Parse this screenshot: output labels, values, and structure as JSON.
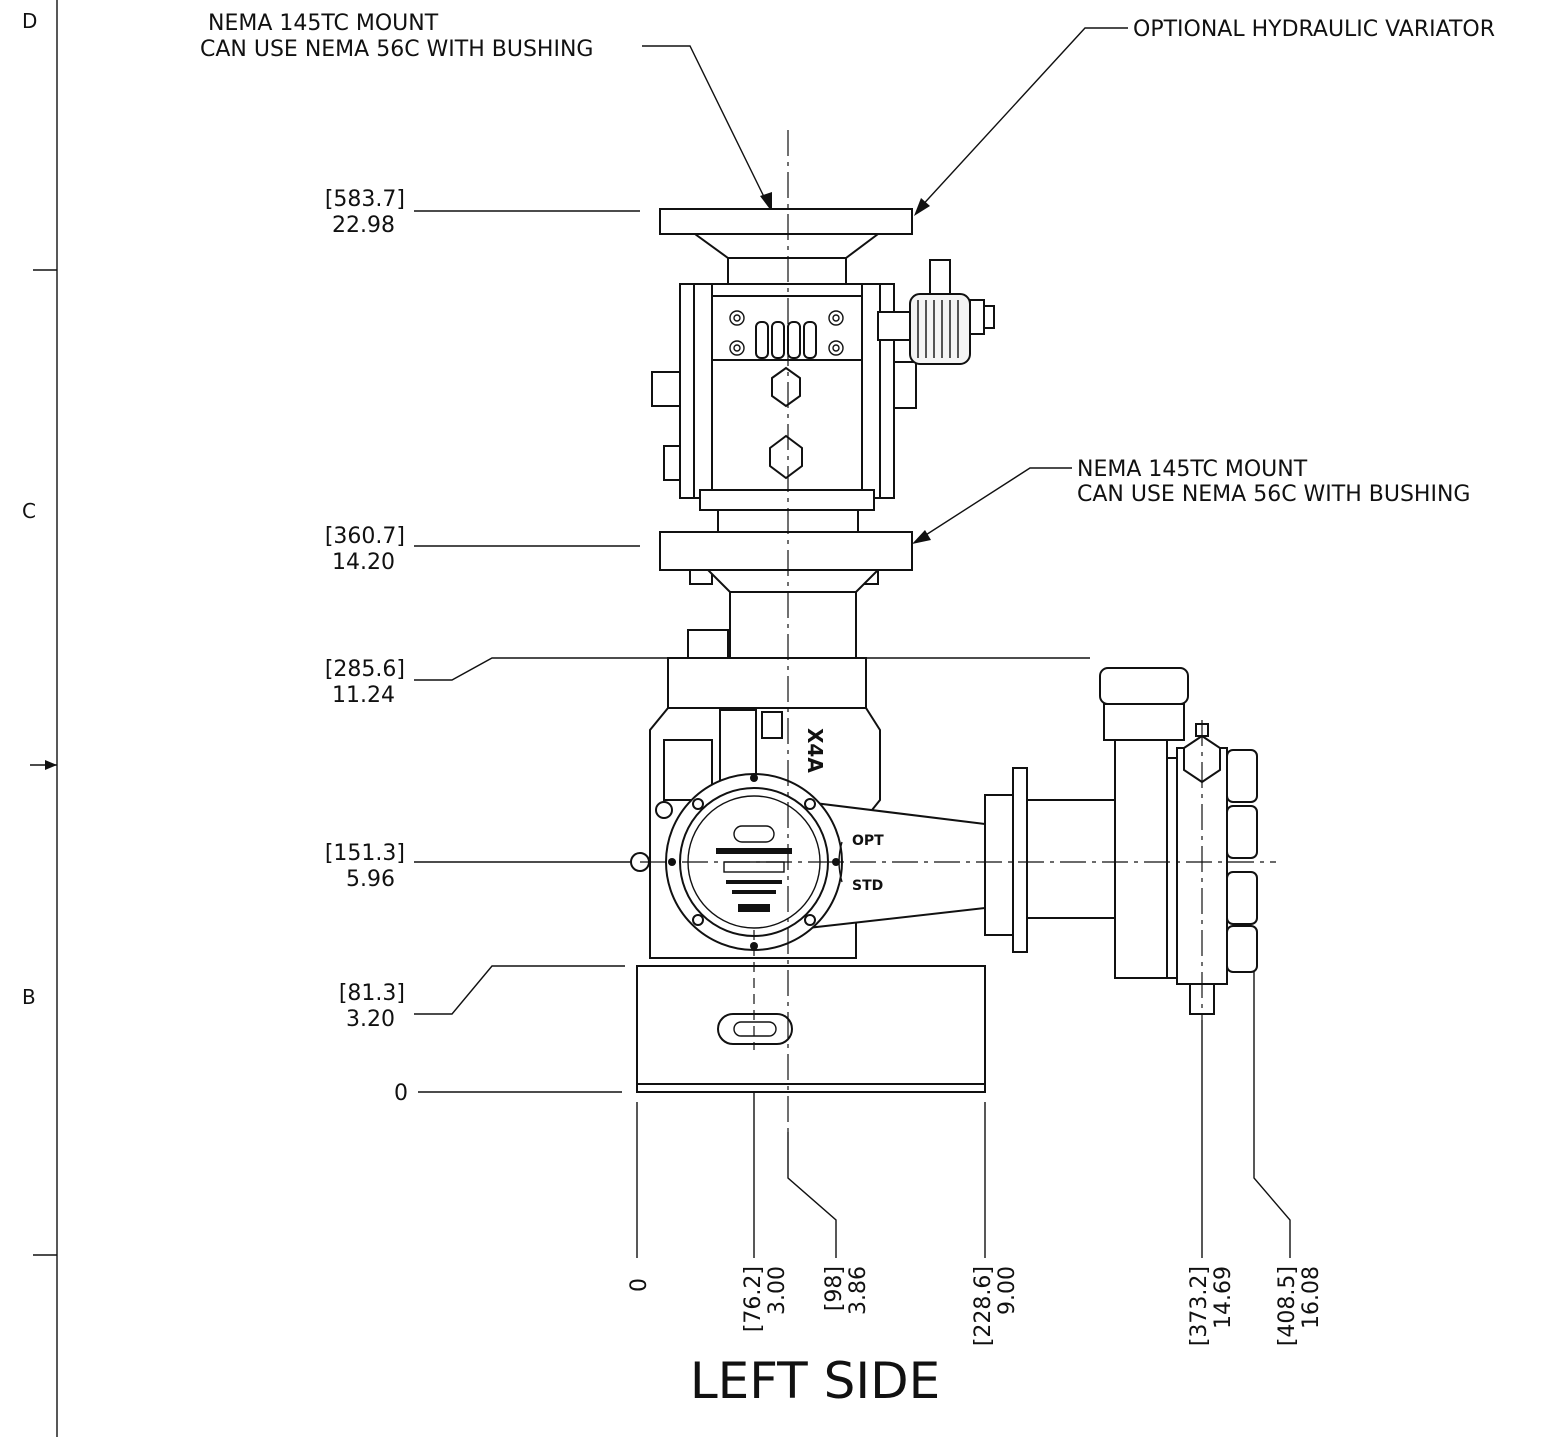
{
  "view_title": "LEFT SIDE",
  "zones": [
    "D",
    "C",
    "B"
  ],
  "callouts": {
    "top_mount_line1": "NEMA 145TC MOUNT",
    "top_mount_line2": "CAN USE NEMA 56C WITH BUSHING",
    "variator": "OPTIONAL HYDRAULIC VARIATOR",
    "mid_mount_line1": "NEMA 145TC MOUNT",
    "mid_mount_line2": "CAN USE NEMA 56C WITH BUSHING"
  },
  "vertical_dims": [
    {
      "mm": "[583.7]",
      "in": "22.98"
    },
    {
      "mm": "[360.7]",
      "in": "14.20"
    },
    {
      "mm": "[285.6]",
      "in": "11.24"
    },
    {
      "mm": "[151.3]",
      "in": "5.96"
    },
    {
      "mm": "[81.3]",
      "in": "3.20"
    },
    {
      "mm": "",
      "in": "0"
    }
  ],
  "horizontal_dims": [
    {
      "mm": "",
      "in": "0"
    },
    {
      "mm": "[76.2]",
      "in": "3.00"
    },
    {
      "mm": "[98]",
      "in": "3.86"
    },
    {
      "mm": "[228.6]",
      "in": "9.00"
    },
    {
      "mm": "[373.2]",
      "in": "14.69"
    },
    {
      "mm": "[408.5]",
      "in": "16.08"
    }
  ],
  "markings": {
    "opt": "OPT",
    "std": "STD",
    "model": "X4A"
  }
}
